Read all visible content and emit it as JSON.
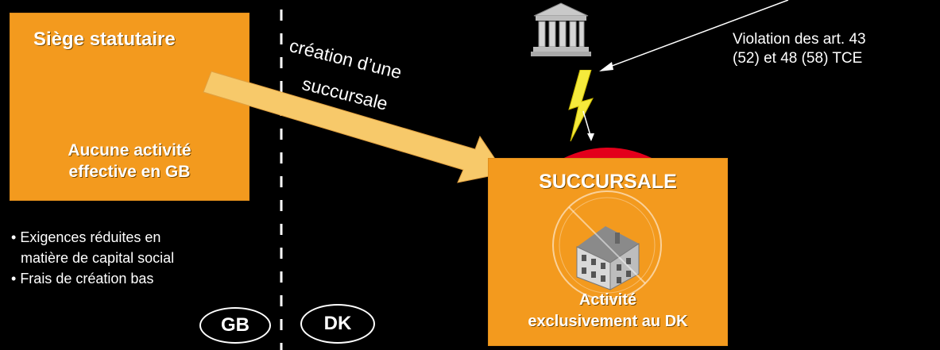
{
  "left_box": {
    "title": "Siège statutaire",
    "subtitle_line1": "Aucune activité",
    "subtitle_line2": "effective en GB"
  },
  "bullets": [
    "Exigences réduites en",
    "matière de capital social",
    "Frais de création bas"
  ],
  "arrow_label": {
    "line1": "création d’une",
    "line2": "succursale"
  },
  "branch_box": {
    "title": "SUCCURSALE",
    "footer_line1": "Activité",
    "footer_line2": "exclusivement au DK"
  },
  "violation_note": {
    "line1": "Violation des art. 43",
    "line2": "(52) et 48 (58) TCE"
  },
  "country_labels": {
    "left": "GB",
    "right": "DK"
  },
  "colors": {
    "box": "#f39a1e",
    "arrow": "#f7c96a",
    "red_dome": "#e3001b",
    "lightning": "#f5ea3c",
    "background": "#000000"
  },
  "icons": [
    "courthouse-icon",
    "lightning-bolt-icon",
    "building-icon",
    "prohibition-sign-icon"
  ]
}
